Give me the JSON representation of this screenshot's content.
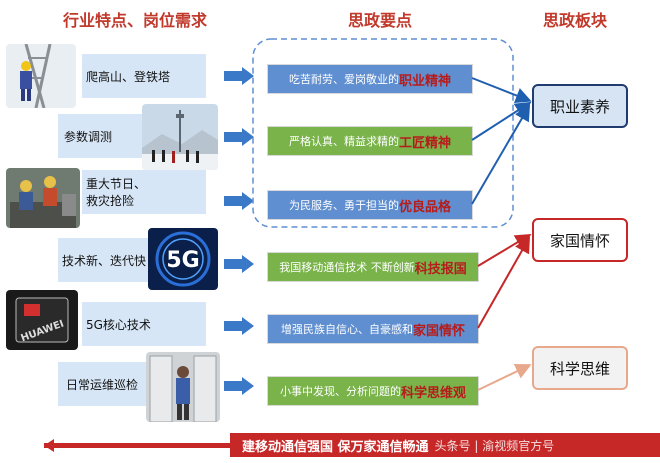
{
  "headers": {
    "col1": "行业特点、岗位需求",
    "col2": "思政要点",
    "col3": "思政板块"
  },
  "features": [
    {
      "label": "爬高山、登铁塔"
    },
    {
      "label": "参数调测"
    },
    {
      "label": "重大节日、\n救灾抢险"
    },
    {
      "label": "技术新、迭代快"
    },
    {
      "label": "5G核心技术"
    },
    {
      "label": "日常运维巡检"
    }
  ],
  "points": [
    {
      "text": "吃苦耐劳、爱岗敬业的",
      "keyword": "职业精神"
    },
    {
      "text": "严格认真、精益求精的",
      "keyword": "工匠精神"
    },
    {
      "text": "为民服务、勇于担当的",
      "keyword": "优良品格"
    },
    {
      "text": "我国移动通信技术 不断创新",
      "keyword": "科技报国"
    },
    {
      "text": "增强民族自信心、自豪感和",
      "keyword": "家国情怀"
    },
    {
      "text": "小事中发现、分析问题的",
      "keyword": "科学思维观"
    }
  ],
  "modules": [
    {
      "label": "职业素养",
      "color": "#1f3b70",
      "fill": "#d6e4f4"
    },
    {
      "label": "家国情怀",
      "color": "#c62828",
      "fill": "#ffffff"
    },
    {
      "label": "科学思维",
      "color": "#e8a88c",
      "fill": "#f2f2f2"
    }
  ],
  "photo_texts": {
    "fiveg": "5G",
    "huawei": "HUAWEI"
  },
  "footer": {
    "slogan": "建移动通信强国 保万家通信畅通",
    "watermark": "头条号 | 渝视频官方号"
  },
  "colors": {
    "header": "#c0392b",
    "arrow": "#3a78c8",
    "blue_box": "#5f8fd0",
    "green_box": "#79b34a"
  }
}
